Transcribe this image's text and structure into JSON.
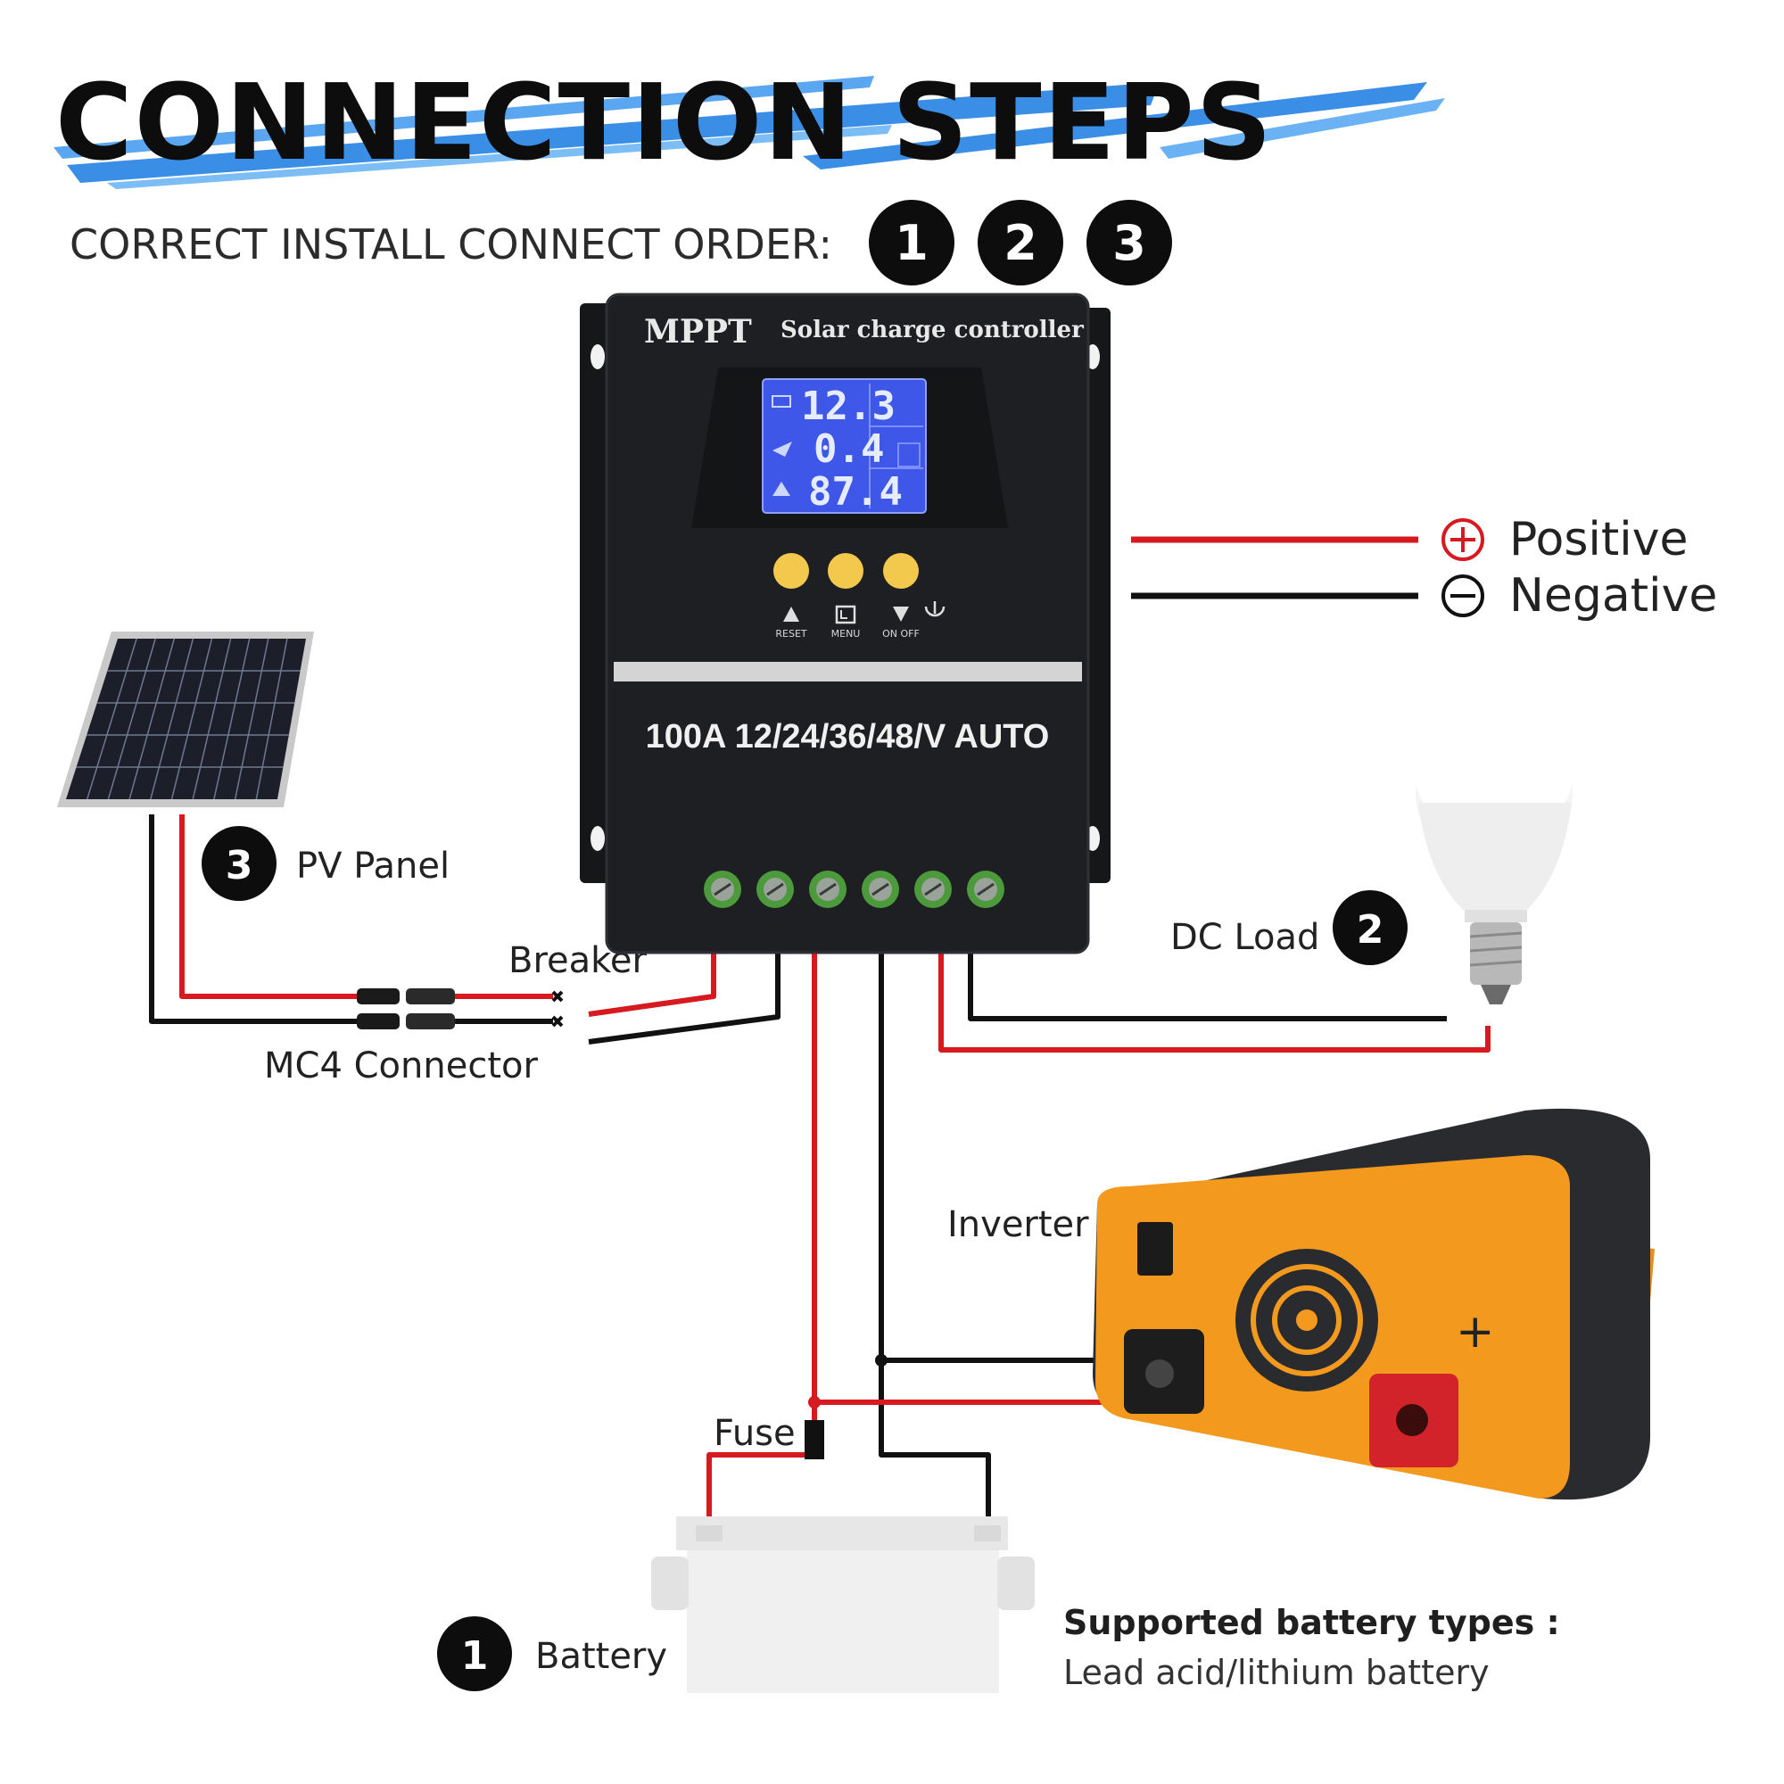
{
  "header": {
    "title": "CONNECTION STEPS",
    "subtitle": "CORRECT INSTALL CONNECT ORDER:",
    "order_steps": [
      "1",
      "2",
      "3"
    ]
  },
  "legend": {
    "positive": "Positive",
    "negative": "Negative",
    "positive_symbol": "+",
    "negative_symbol": "−",
    "positive_color": "#d71920",
    "negative_color": "#111111"
  },
  "controller": {
    "brand": "MPPT",
    "product": "Solar charge controller",
    "model": "100A 12/24/36/48/V AUTO",
    "lcd": {
      "row1": "12.3",
      "row2": "0.4",
      "row3": "87.4"
    },
    "buttons": [
      {
        "symbol": "▲",
        "label": "RESET"
      },
      {
        "symbol": "L",
        "label": "MENU"
      },
      {
        "symbol": "▼",
        "label": "ON OFF"
      }
    ],
    "terminal_count": 6
  },
  "components": {
    "pv_panel": {
      "label": "PV Panel",
      "step": "3"
    },
    "mc4": {
      "label": "MC4 Connector"
    },
    "breaker": {
      "label": "Breaker"
    },
    "dc_load": {
      "label": "DC Load",
      "step": "2"
    },
    "inverter": {
      "label": "Inverter"
    },
    "fuse": {
      "label": "Fuse"
    },
    "battery": {
      "label": "Battery",
      "step": "1"
    }
  },
  "battery_info": {
    "heading": "Supported battery types :",
    "types": "Lead acid/lithium battery"
  },
  "colors": {
    "wire_positive": "#d71920",
    "wire_negative": "#111111",
    "accent_blue": "#3a8ee6",
    "controller_body": "#1e1f22",
    "lcd": "#3f57e8",
    "button_yellow": "#f2c94c",
    "terminal_green": "#4c9a3b",
    "inverter_orange": "#f39a1e"
  }
}
